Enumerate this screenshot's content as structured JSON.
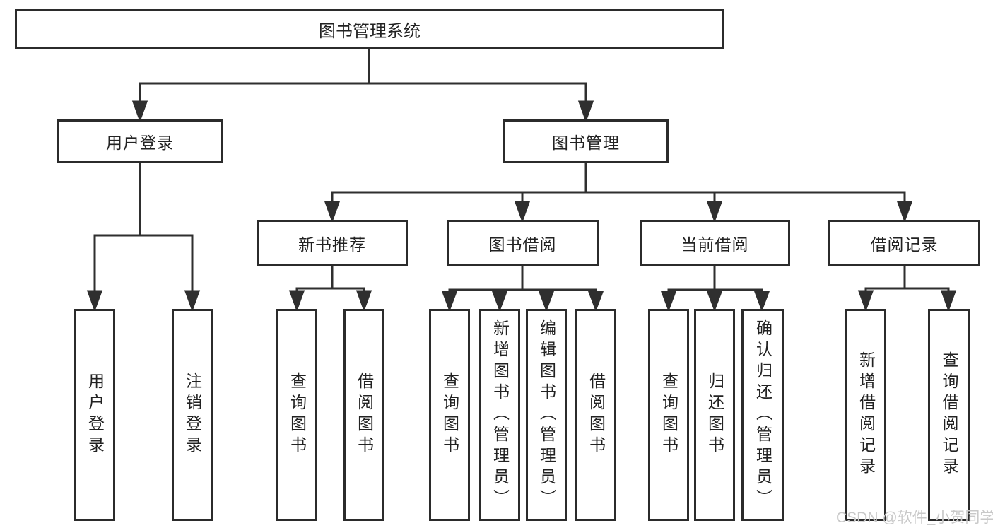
{
  "diagram": {
    "root": {
      "label": "图书管理系统"
    },
    "branches": [
      {
        "label": "用户登录",
        "children": [
          {
            "label": "用户登录"
          },
          {
            "label": "注销登录"
          }
        ]
      },
      {
        "label": "图书管理",
        "children": [
          {
            "label": "新书推荐",
            "children": [
              {
                "label": "查询图书"
              },
              {
                "label": "借阅图书"
              }
            ]
          },
          {
            "label": "图书借阅",
            "children": [
              {
                "label": "查询图书"
              },
              {
                "label": "新增图书（管理员）"
              },
              {
                "label": "编辑图书（管理员）"
              },
              {
                "label": "借阅图书"
              }
            ]
          },
          {
            "label": "当前借阅",
            "children": [
              {
                "label": "查询图书"
              },
              {
                "label": "归还图书"
              },
              {
                "label": "确认归还（管理员）"
              }
            ]
          },
          {
            "label": "借阅记录",
            "children": [
              {
                "label": "新增借阅记录"
              },
              {
                "label": "查询借阅记录"
              }
            ]
          }
        ]
      }
    ],
    "watermark": "CSDN @软件_小贺同学",
    "colors": {
      "line": "#2f2f2f",
      "border": "#2b2b2b",
      "text": "#222222",
      "watermark": "#c9c9c9",
      "background": "#ffffff"
    }
  }
}
